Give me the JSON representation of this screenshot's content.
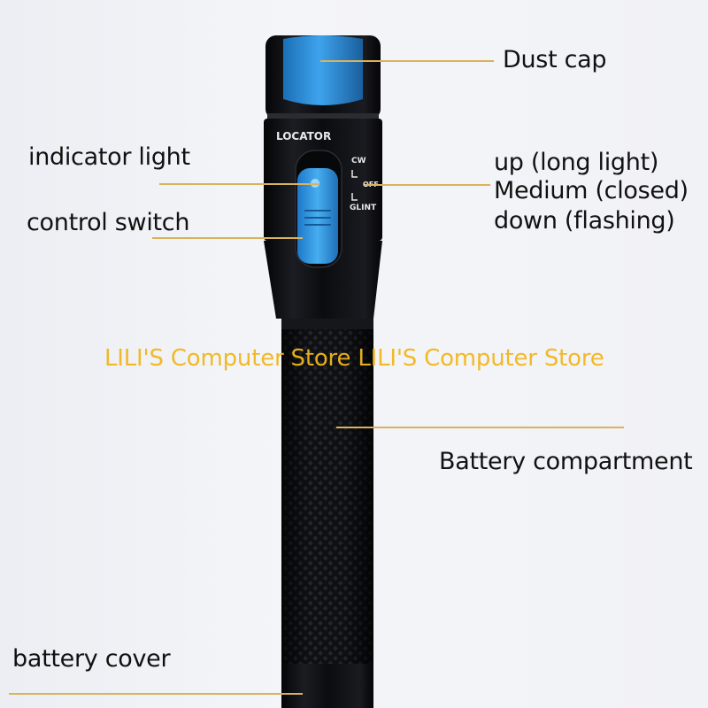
{
  "labels": {
    "dust_cap": "Dust cap",
    "indicator_light": "indicator light",
    "control_switch": "control switch",
    "modes": [
      "up (long light)",
      "Medium (closed)",
      "down (flashing)"
    ],
    "battery_compartment": "Battery compartment",
    "battery_cover": "battery cover"
  },
  "device_markings": {
    "brand": "LOCATOR",
    "mode_cw": "CW",
    "mode_off": "OFF",
    "mode_glint": "GLINT"
  },
  "watermark": "LILI'S Computer Store LILI'S Computer Store",
  "colors": {
    "body": "#0e0f12",
    "accent_blue": "#2f8fd8",
    "leader_line": "#d9b25c",
    "watermark": "#f2b61c"
  }
}
